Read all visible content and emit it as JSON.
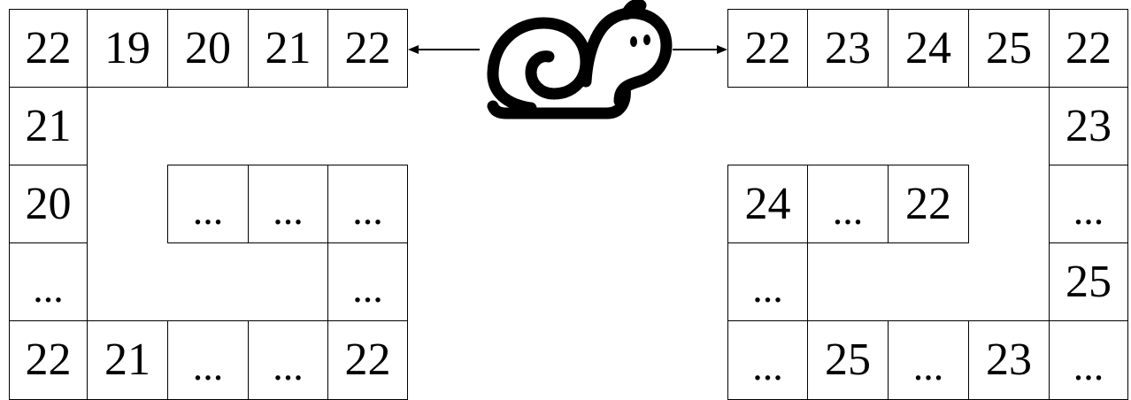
{
  "left_grid": {
    "cells": [
      {
        "value": "22"
      },
      {
        "value": "19"
      },
      {
        "value": "20"
      },
      {
        "value": "21"
      },
      {
        "value": "22"
      },
      {
        "value": "21"
      },
      {
        "value": "20"
      },
      {
        "value": "..."
      },
      {
        "value": "..."
      },
      {
        "value": "..."
      },
      {
        "value": "..."
      },
      {
        "value": "..."
      },
      {
        "value": "22"
      },
      {
        "value": "21"
      },
      {
        "value": "..."
      },
      {
        "value": "..."
      },
      {
        "value": "22"
      }
    ]
  },
  "right_grid": {
    "cells": [
      {
        "value": "22"
      },
      {
        "value": "23"
      },
      {
        "value": "24"
      },
      {
        "value": "25"
      },
      {
        "value": "22"
      },
      {
        "value": "23"
      },
      {
        "value": "24"
      },
      {
        "value": "..."
      },
      {
        "value": "22"
      },
      {
        "value": "..."
      },
      {
        "value": "..."
      },
      {
        "value": "25"
      },
      {
        "value": "..."
      },
      {
        "value": "25"
      },
      {
        "value": "..."
      },
      {
        "value": "23"
      },
      {
        "value": "..."
      }
    ]
  },
  "center": {
    "icon": "snail-icon",
    "arrow_left": "left-arrow",
    "arrow_right": "right-arrow"
  },
  "colors": {
    "line": "#000000",
    "background": "#ffffff"
  }
}
